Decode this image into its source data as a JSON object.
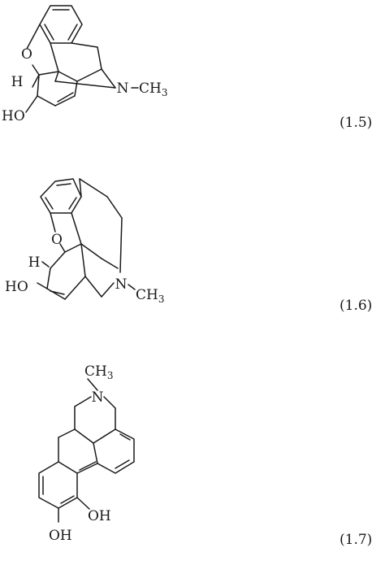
{
  "structures": [
    {
      "id": "1.5",
      "equation_label": "(1.5)",
      "atoms": {
        "o": "O",
        "h": "H",
        "oh": "HO",
        "n": "N",
        "me": "CH",
        "me_sub": "3"
      }
    },
    {
      "id": "1.6",
      "equation_label": "(1.6)",
      "atoms": {
        "o": "O",
        "h": "H",
        "oh": "HO",
        "n": "N",
        "me": "CH",
        "me_sub": "3"
      }
    },
    {
      "id": "1.7",
      "equation_label": "(1.7)",
      "atoms": {
        "me": "CH",
        "me_sub": "3",
        "n": "N",
        "oh1": "OH",
        "oh2": "OH"
      }
    }
  ]
}
